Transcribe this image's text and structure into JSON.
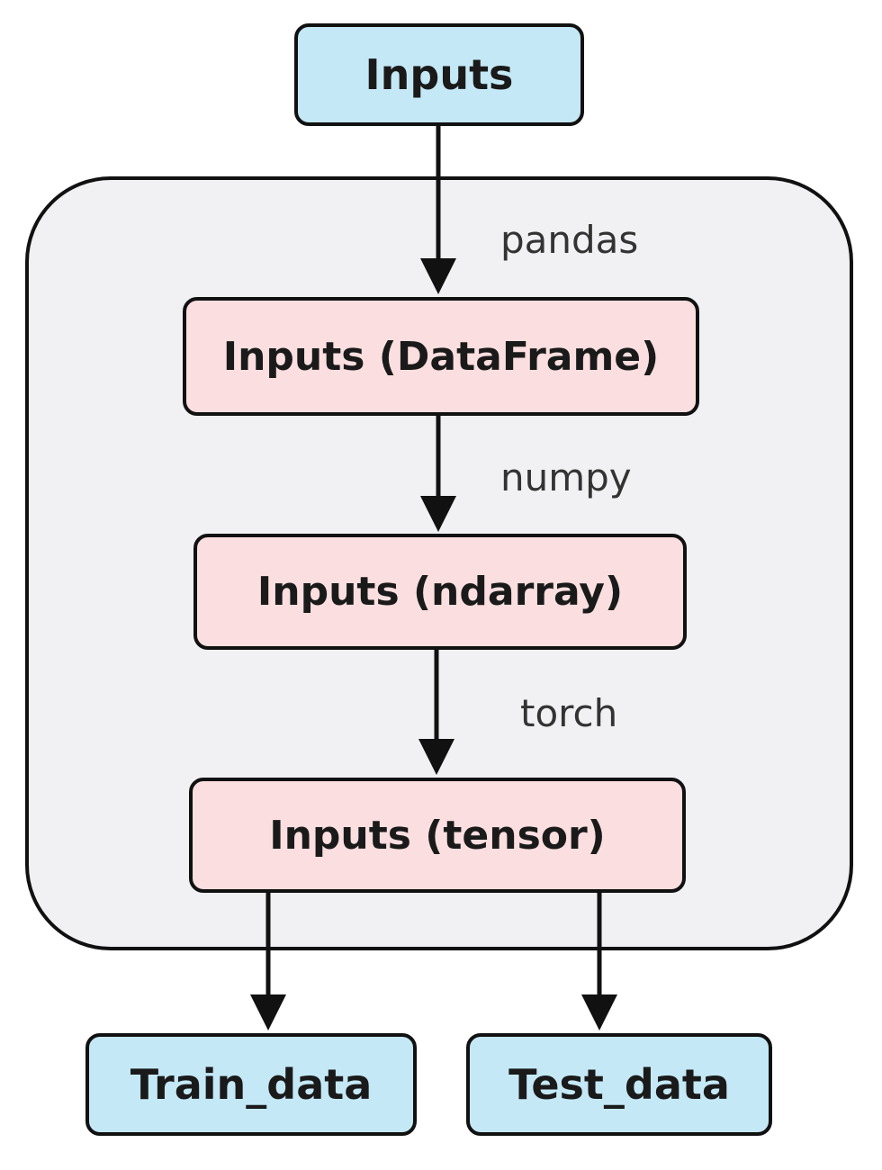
{
  "top_input": "Inputs",
  "transform_steps": [
    {
      "tool": "pandas",
      "result": "Inputs (DataFrame)"
    },
    {
      "tool": "numpy",
      "result": "Inputs (ndarray)"
    },
    {
      "tool": "torch",
      "result": "Inputs (tensor)"
    }
  ],
  "outputs": [
    "Train_data",
    "Test_data"
  ],
  "colors": {
    "input_output_fill": "#c4e8f6",
    "stage_fill": "#fbdedf",
    "group_fill": "#f1f1f4",
    "stroke": "#111111"
  }
}
